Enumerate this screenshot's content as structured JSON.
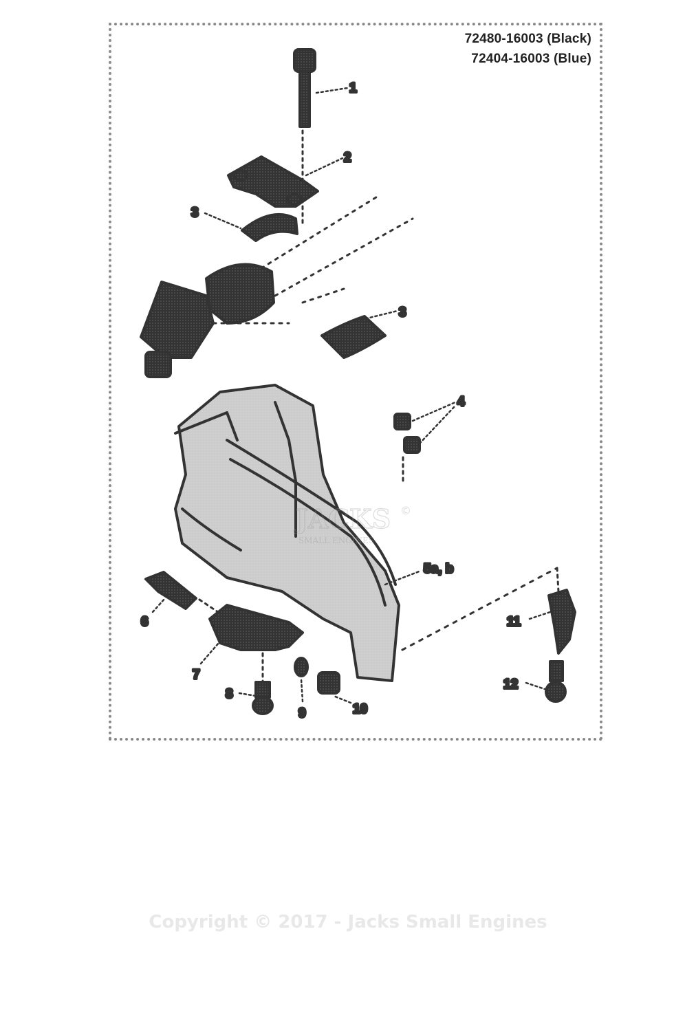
{
  "header": {
    "part_number_black": "72480-16003 (Black)",
    "part_number_blue": "72404-16003 (Blue)"
  },
  "callouts": {
    "c1": "1",
    "c2": "2",
    "c3a": "3",
    "c3b": "3",
    "c4": "4",
    "c5": "5a, b",
    "c6": "6",
    "c7": "7",
    "c8": "8",
    "c9": "9",
    "c10": "10",
    "c11": "11",
    "c12": "12"
  },
  "watermark": {
    "brand": "JACKS",
    "sub": "SMALL ENGINES",
    "mark": "©"
  },
  "footer": {
    "copyright": "Copyright © 2017 - Jacks Small Engines"
  }
}
